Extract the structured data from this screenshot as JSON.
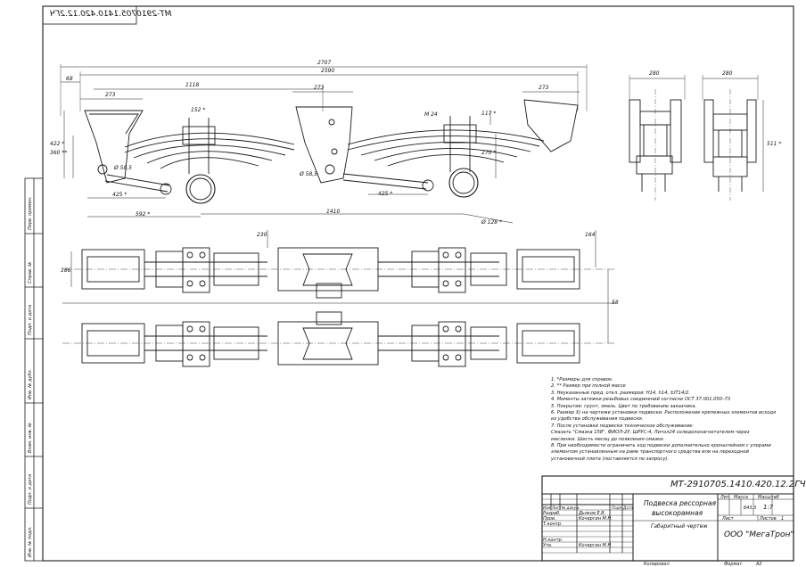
{
  "stamp_top": "МТ-2910705.1410.420.12.2ГЧ",
  "dimensions": {
    "overall": "2707",
    "span": "2590",
    "left_offset": "68",
    "bracket_left": "273",
    "bracket_mid": "273",
    "bracket_right": "273",
    "spring_pitch": "1118",
    "clamp_152": "152 *",
    "m24": "М 24",
    "h_117": "117 *",
    "h_270": "270 *",
    "h_422": "422 *",
    "h_360": "360 **",
    "dia_58_left": "Ø 58,5",
    "dia_58_mid": "Ø 58,5",
    "len_425_left": "425 *",
    "len_425_right": "425 *",
    "len_592": "592 *",
    "len_1410": "1410",
    "dia_128": "Ø 128 *",
    "view_280_a": "280",
    "view_280_b": "280",
    "view_511": "511 *",
    "plan_230": "230",
    "plan_164": "164",
    "plan_186": "186",
    "plan_58": "58"
  },
  "notes": [
    "1. *Размеры для справок.",
    "2. ** Размер при полной массе",
    "3. Неуказанные пред. откл. размеров: Н14, h14, ±IT14/2.",
    "4. Моменты затяжки резьбовых соединений согласно ОСТ 37.001.050–73",
    "5. Покрытие: грунт, эмаль. Цвет по требованию заказчика.",
    "6. Размер Х) на чертеже установки подвески. Расположение крепежных элементов исходя",
    "   из удобства обслуживания подвески.",
    "7. После установки подвески техническое обслуживание:",
    "   Смазать  \"Смазка 158\", ФИОЛ-2У, ШРУС-4, Литол24 солидолонагнетателем через",
    "   масленки. Шесть месяц до появления смазки.",
    "8. При необходимости ограничить ход подвески дополнительно кронштейном с упорами",
    "   элементом установленным на раме транспортного средства или на переходной",
    "   установочной плита (поставляется по запросу)."
  ],
  "title_block": {
    "doc_number": "МТ-2910705.1410.420.12.2ГЧ",
    "name_line1": "Подвеска рессорная",
    "name_line2": "высокорамная",
    "name_line3": "Габаритный чертеж",
    "lit_label": "Лит",
    "mass_label": "Масса",
    "scale_label": "Масштаб",
    "mass_value": "643,3",
    "scale_value": "1:7",
    "sheet_label": "Лист",
    "sheets_label": "Листов",
    "sheets_value": "1",
    "company": "ООО \"МегаТрон\"",
    "col_izm": "Изм",
    "col_list": "Лист",
    "col_doc": "№ докум.",
    "col_sign": "Подп.",
    "col_date": "Дата",
    "role_razrab": "Разраб.",
    "role_prov": "Пров.",
    "role_tkontr": "Т.контр.",
    "role_nkontr": "Н.контр.",
    "role_utv": "Утв.",
    "name_razrab": "Дьяков Е.В.",
    "name_prov": "Кочергин М.Н.",
    "name_utv": "Кочергин М.Н.",
    "copied": "Копировал",
    "format": "Формат",
    "format_value": "А2"
  },
  "side_strip": [
    "Перв. примен.",
    "Справ. №",
    "Подп. и дата",
    "Инв. № дубл.",
    "Взам. инв. №",
    "Подп. и дата",
    "Инв. № подл."
  ]
}
